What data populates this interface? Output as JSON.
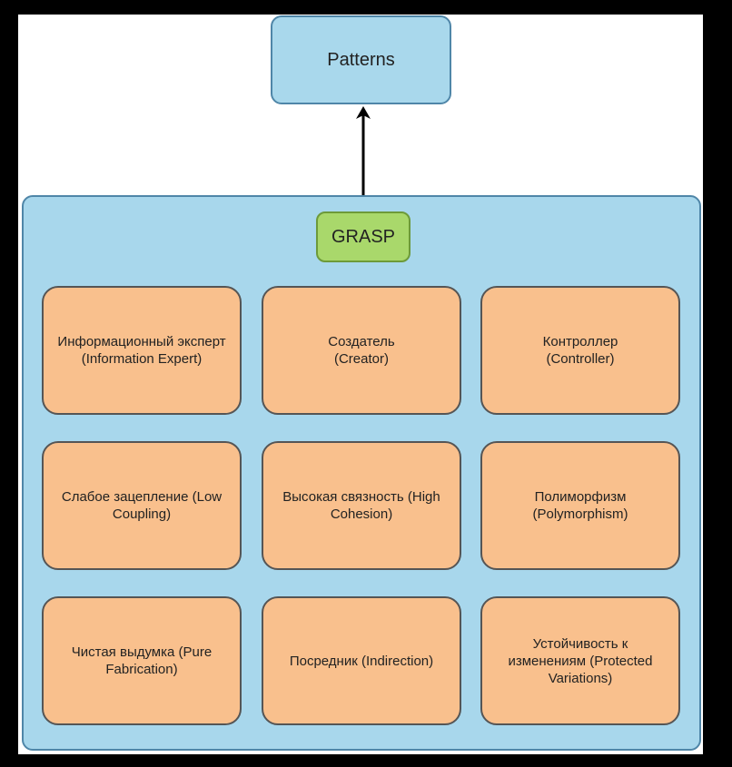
{
  "diagram": {
    "top_node": {
      "label": "Patterns"
    },
    "group": {
      "label": "GRASP",
      "items": [
        {
          "lines": [
            "Информационный эксперт",
            "(Information Expert)"
          ]
        },
        {
          "lines": [
            "Создатель",
            "(Creator)"
          ]
        },
        {
          "lines": [
            "Контроллер",
            "(Controller)"
          ]
        },
        {
          "lines": [
            "Слабое зацепление (Low",
            "Coupling)"
          ]
        },
        {
          "lines": [
            "Высокая связность (High",
            "Cohesion)"
          ]
        },
        {
          "lines": [
            "Полиморфизм",
            "(Polymorphism)"
          ]
        },
        {
          "lines": [
            "Чистая выдумка (Pure",
            "Fabrication)"
          ]
        },
        {
          "lines": [
            "Посредник (Indirection)"
          ]
        },
        {
          "lines": [
            "Устойчивость к",
            "изменениям (Protected",
            "Variations)"
          ]
        }
      ]
    },
    "colors": {
      "top_node_fill": "#a9d8ec",
      "group_fill": "#a8d7ec",
      "group_label_fill": "#a9d86b",
      "card_fill": "#f9c08d",
      "background": "#000000"
    }
  }
}
